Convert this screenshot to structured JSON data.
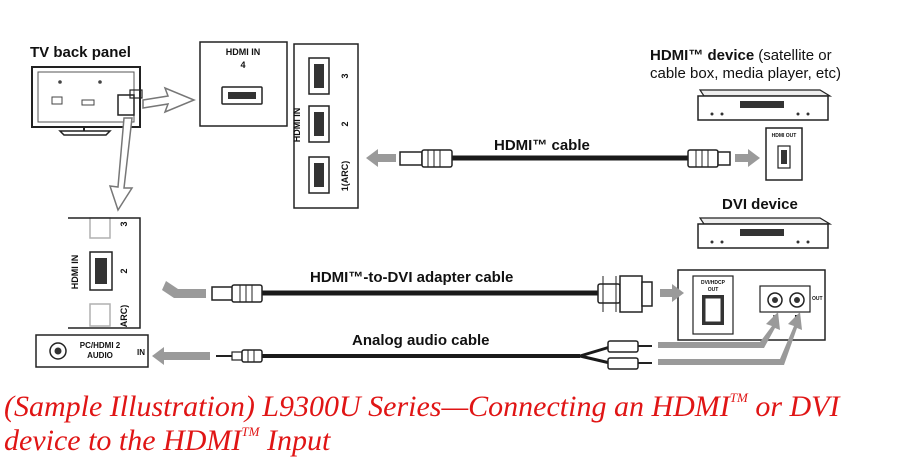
{
  "labels": {
    "tv_back_panel": "TV back panel",
    "hdmi_in_top": "HDMI IN",
    "hdmi_in_top_num": "4",
    "hdmi_in_side": "HDMI IN",
    "port_3": "3",
    "port_2": "2",
    "port_1arc": "1(ARC)",
    "hdmi_device_bold": "HDMI™ device",
    "hdmi_device_rest": "(satellite or",
    "hdmi_device_line2": "cable box, media player, etc)",
    "hdmi_cable": "HDMI™ cable",
    "hdmi_out_small": "HDMI OUT",
    "dvi_device": "DVI device",
    "adapter_cable": "HDMI™-to-DVI adapter cable",
    "dvi_out_small": "DVI/HDCP",
    "dvi_out_small2": "OUT",
    "audio_out_small": "OUT",
    "audio_L": "L",
    "audio_R": "R",
    "analog_cable": "Analog audio cable",
    "lower_hdmi_in": "HDMI IN",
    "lower_port_3": "3",
    "lower_port_2": "2",
    "lower_port_arc": "ARC)",
    "pc_hdmi2_audio_1": "PC/HDMI 2",
    "pc_hdmi2_audio_2": "AUDIO",
    "in_small": "IN"
  },
  "caption": {
    "line1_a": "(Sample Illustration) L9300U Series—Connecting an HDMI",
    "line1_tm": "TM",
    "line1_b": " or DVI",
    "line2_a": "device to the HDMI",
    "line2_tm": "TM",
    "line2_b": " Input"
  },
  "colors": {
    "caption": "#e01515",
    "arrow_gray": "#9a9a9a",
    "cable": "#1a1a1a"
  }
}
